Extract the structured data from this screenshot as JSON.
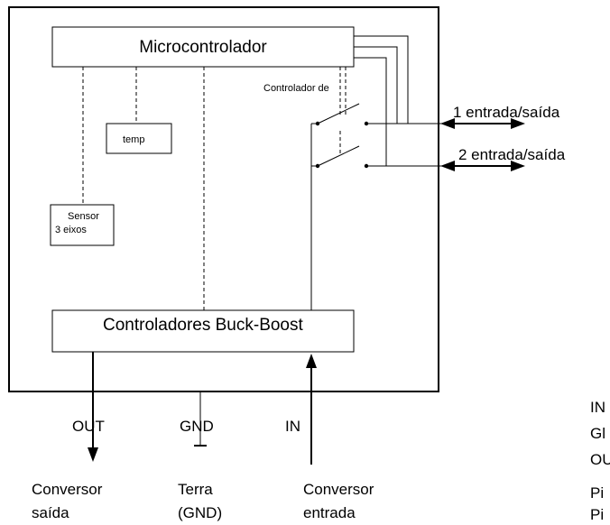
{
  "blocks": {
    "microcontroller": "Microcontrolador",
    "temp_sensor": "temp",
    "sensor_line1": "Sensor",
    "sensor_line2": "3 eixos",
    "buck_boost": "Controladores Buck-Boost",
    "switch_controller": "Controlador de"
  },
  "ports": {
    "io1": "1 entrada/saída",
    "io2": "2 entrada/saída"
  },
  "pins": {
    "out": "OUT",
    "gnd": "GND",
    "in": "IN"
  },
  "bottom_labels": {
    "converter_out_1": "Conversor",
    "converter_out_2": "saída",
    "ground_1": "Terra",
    "ground_2": "(GND)",
    "converter_in_1": "Conversor",
    "converter_in_2": "entrada"
  },
  "side_list": [
    "IN",
    "Gl",
    "OU",
    "Pi",
    "Pi"
  ]
}
